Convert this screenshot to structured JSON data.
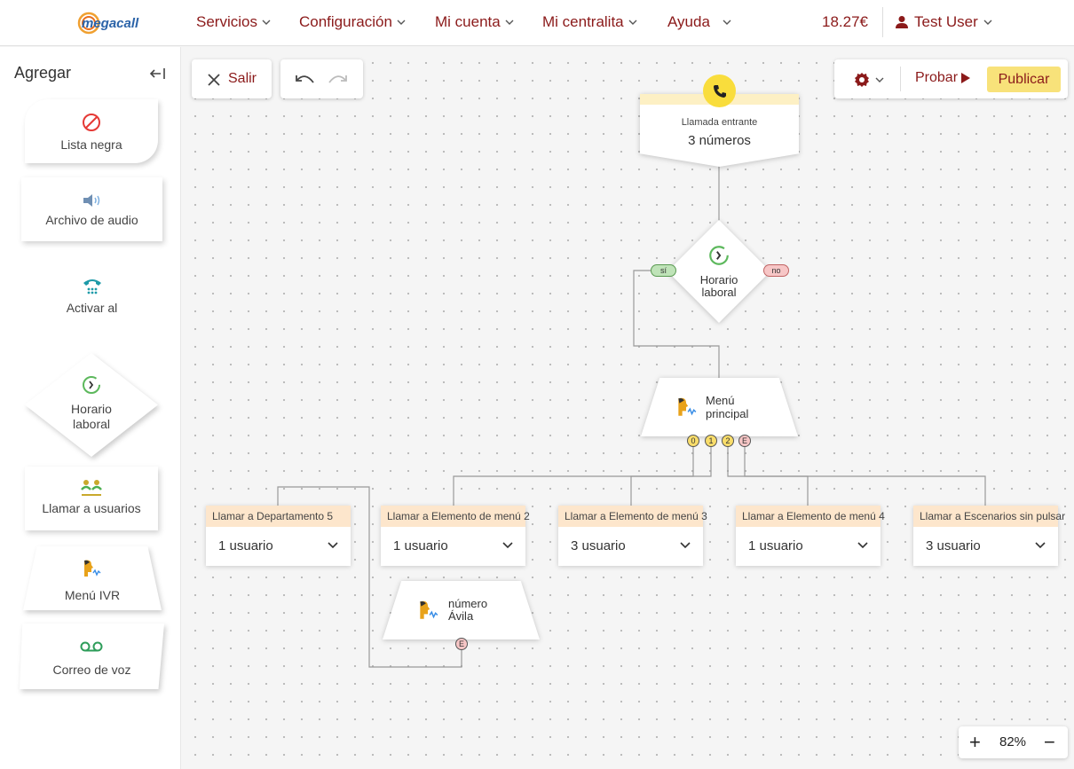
{
  "header": {
    "logo_text": "megacall",
    "nav": [
      {
        "label": "Servicios"
      },
      {
        "label": "Configuración"
      },
      {
        "label": "Mi cuenta"
      },
      {
        "label": "Mi centralita"
      },
      {
        "label": "Ayuda"
      }
    ],
    "balance": "18.27€",
    "user": "Test User"
  },
  "sidebar": {
    "title": "Agregar",
    "items": [
      {
        "label": "Lista negra",
        "icon": "block-icon"
      },
      {
        "label": "Archivo de audio",
        "icon": "speaker-icon"
      },
      {
        "label": "Activar al",
        "icon": "phone-keypad-icon"
      },
      {
        "label": "Horario laboral",
        "icon": "clock-icon"
      },
      {
        "label": "Llamar a usuarios",
        "icon": "users-icon"
      },
      {
        "label": "Menú IVR",
        "icon": "ivr-head-icon"
      },
      {
        "label": "Correo de voz",
        "icon": "voicemail-icon"
      }
    ]
  },
  "toolbar": {
    "exit_label": "Salir",
    "test_label": "Probar",
    "publish_label": "Publicar",
    "zoom_level": "82%",
    "zoom_in": "+",
    "zoom_out": "−"
  },
  "flow": {
    "incoming": {
      "title": "Llamada entrante",
      "subtitle": "3 números"
    },
    "schedule": {
      "line1": "Horario",
      "line2": "laboral",
      "yes": "sí",
      "no": "no"
    },
    "main_menu": {
      "line1": "Menú",
      "line2": "principal",
      "ports": [
        "0",
        "1",
        "2",
        "E"
      ]
    },
    "calls": [
      {
        "title": "Llamar a Departamento 5",
        "value": "1 usuario"
      },
      {
        "title": "Llamar a Elemento de menú 2",
        "value": "1 usuario"
      },
      {
        "title": "Llamar a Elemento de menú 3",
        "value": "3 usuario"
      },
      {
        "title": "Llamar a Elemento de menú 4",
        "value": "1 usuario"
      },
      {
        "title": "Llamar a Escenarios sin pulsar",
        "value": "3 usuario"
      }
    ],
    "sub_menu": {
      "line1": "número",
      "line2": "Ávila",
      "port": "E"
    }
  },
  "colors": {
    "brand": "#8b1a1a",
    "publish_bg": "#f8e27a",
    "card_header": "#fde6cc",
    "port_yellow": "#f9dd6a",
    "yes_green": "#bfe3b8",
    "no_red": "#f7c6c6"
  }
}
